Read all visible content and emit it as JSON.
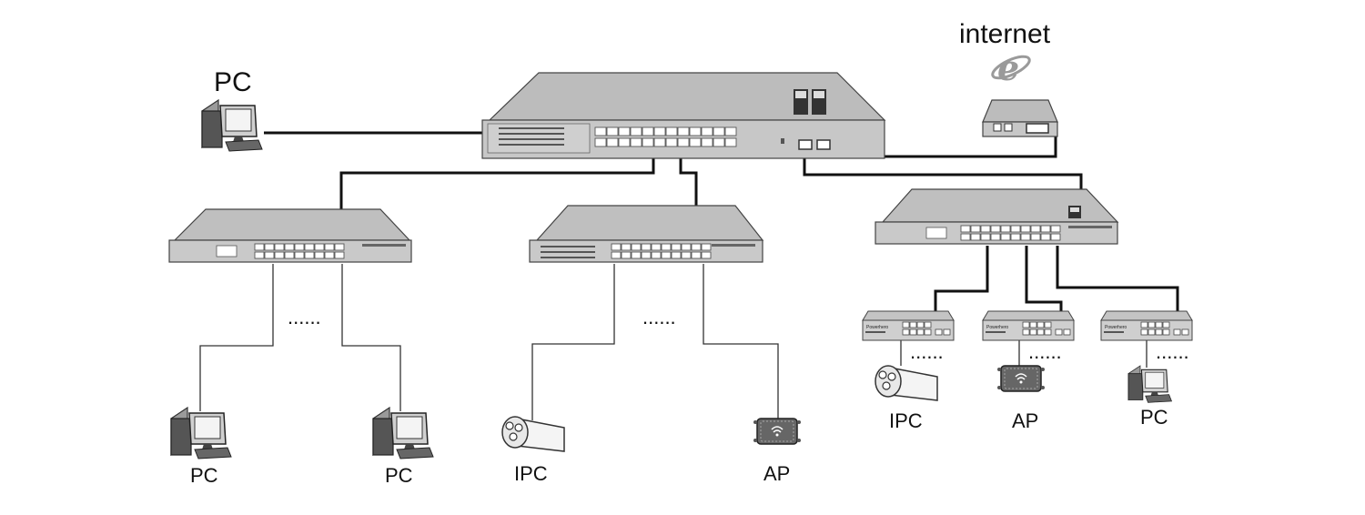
{
  "labels": {
    "internet": "internet",
    "pc_top": "PC",
    "pc_bl1": "PC",
    "pc_bl2": "PC",
    "ipc_bottom": "IPC",
    "ap_bottom": "AP",
    "ipc_right": "IPC",
    "ap_right": "AP",
    "pc_right": "PC"
  },
  "ellipsis": {
    "left": "......",
    "middle": "......",
    "right1": "......",
    "right2": "......",
    "right3": "......"
  },
  "colors": {
    "device_gray": "#bdbdbd",
    "device_dark": "#8a8a8a",
    "cable_thick": "#111111",
    "cable_thin": "#333333"
  },
  "icons": [
    "ie-internet-icon",
    "pc-icon",
    "camera-icon",
    "access-point-icon",
    "switch-icon",
    "modem-icon"
  ]
}
